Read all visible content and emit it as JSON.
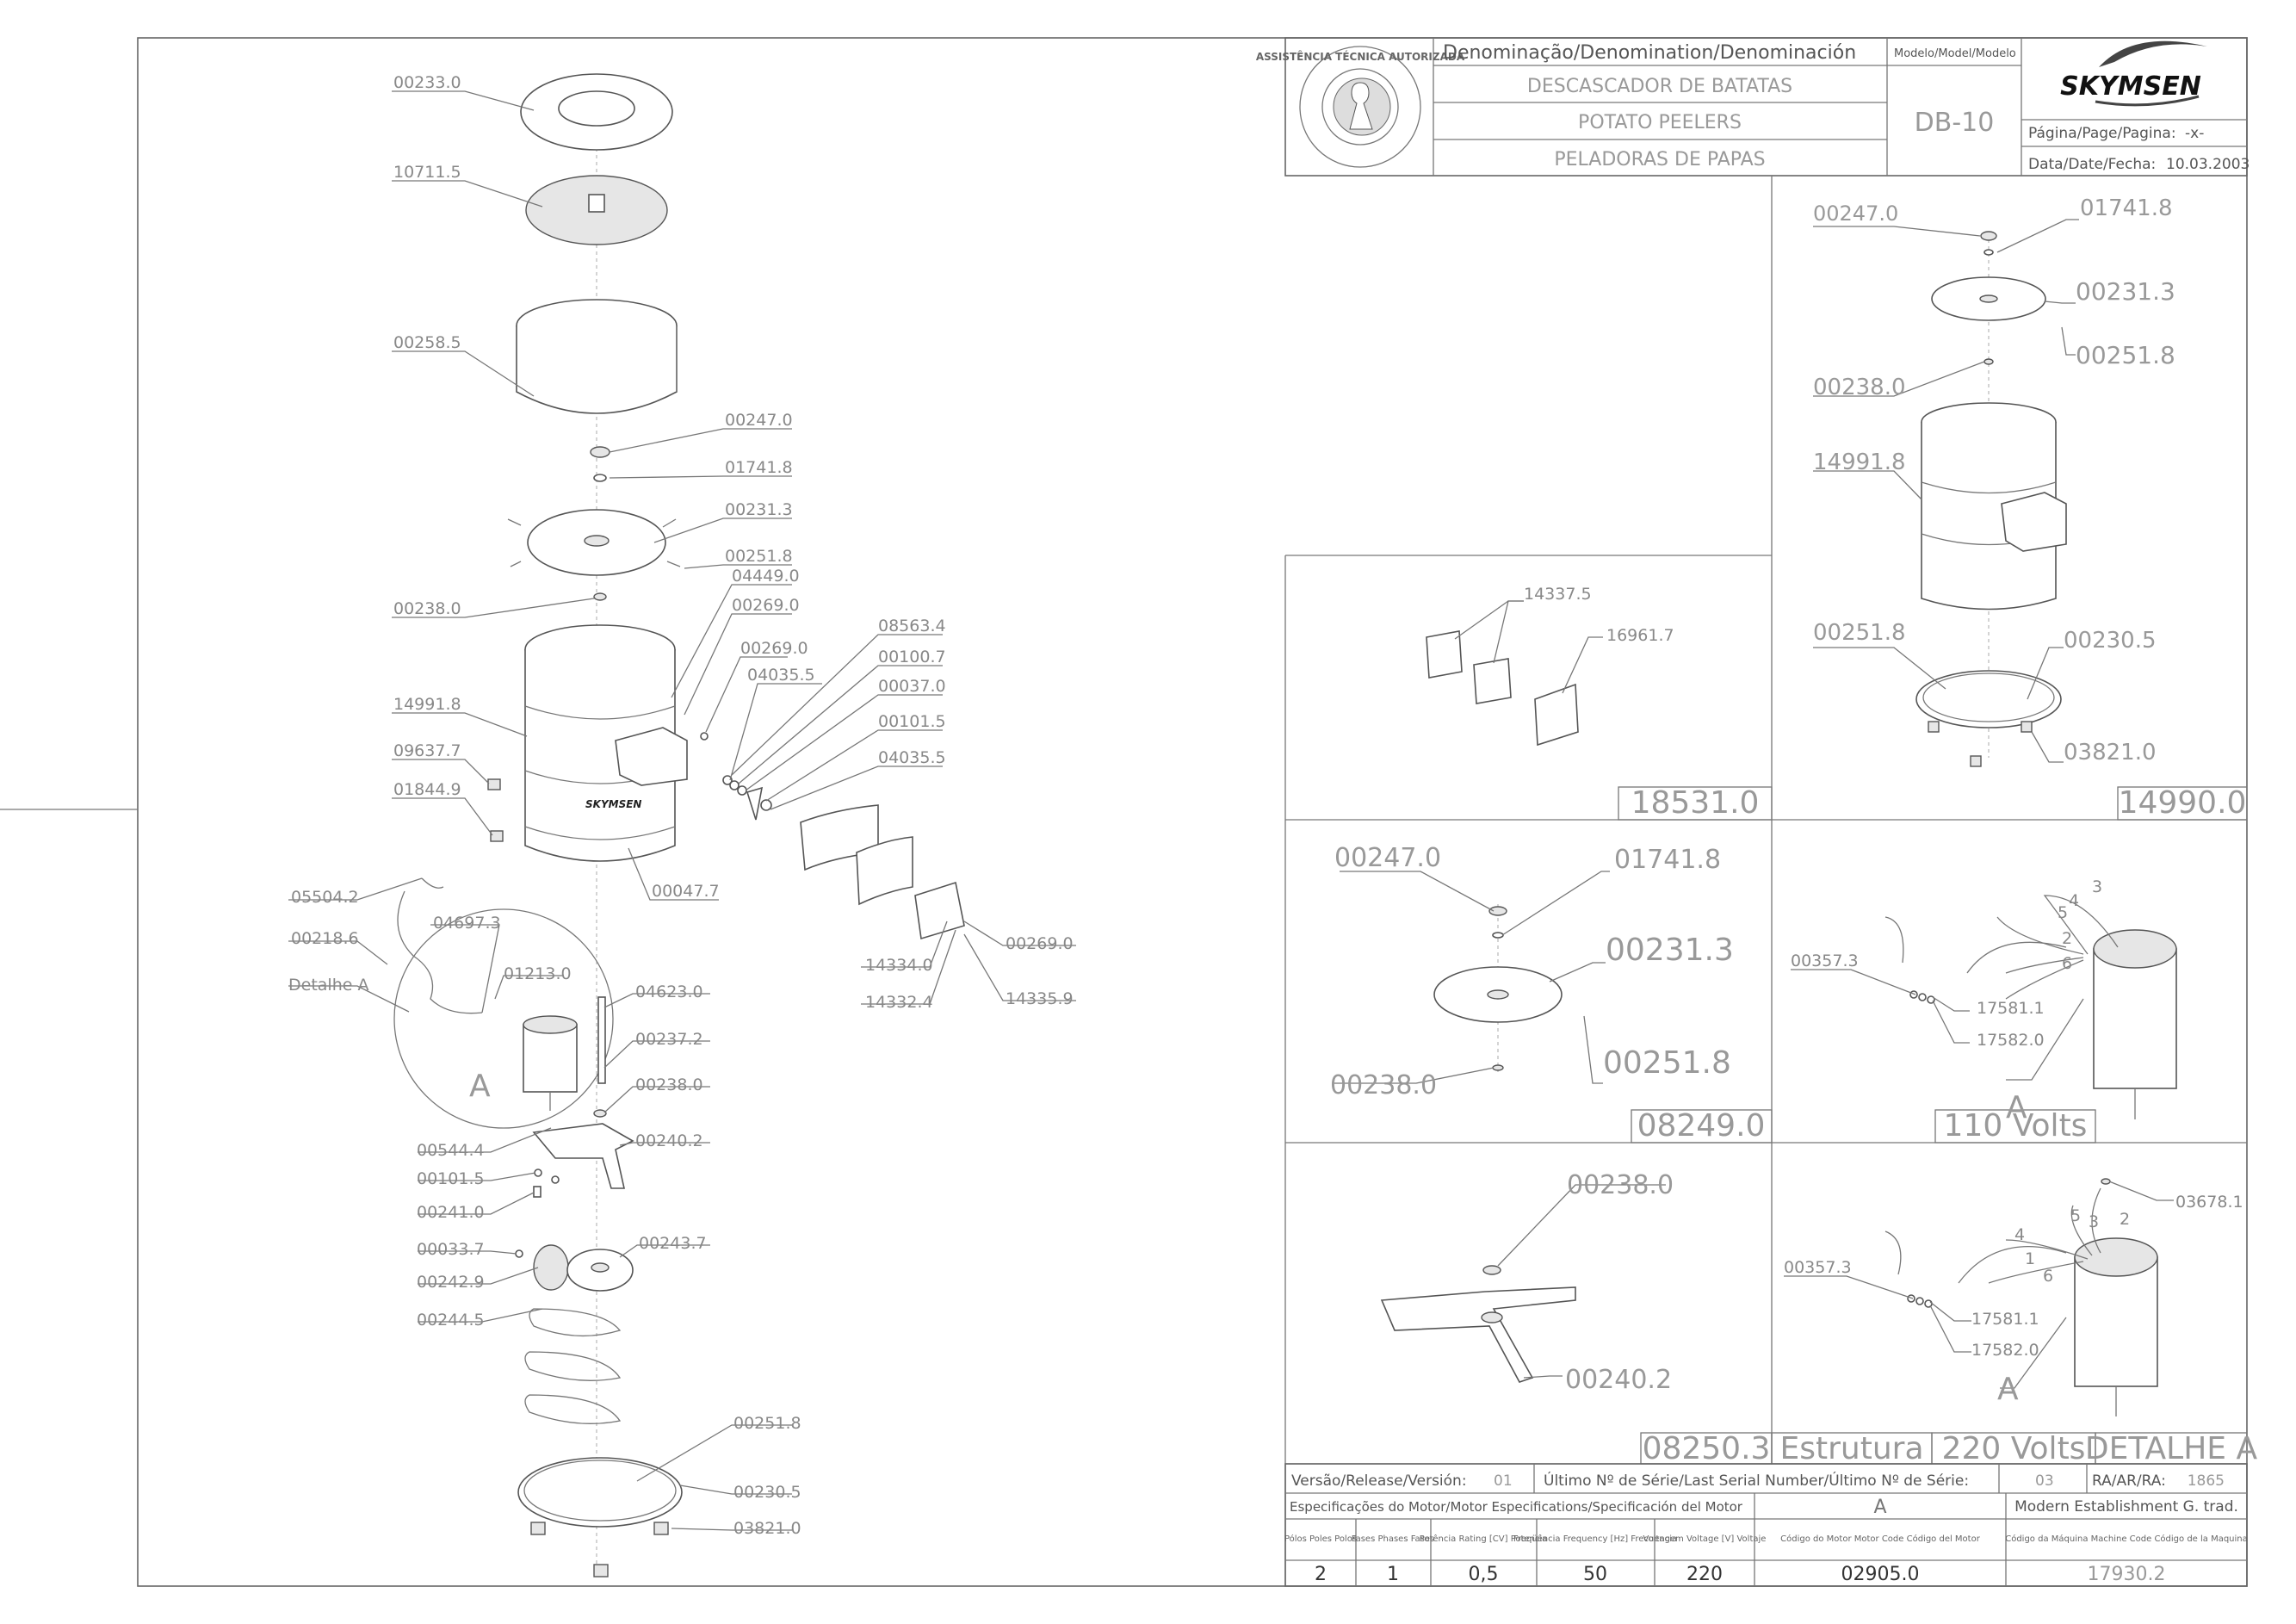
{
  "header": {
    "denomination_label": "Denominação/Denomination/Denominación",
    "model_label": "Modelo/Model/Modelo",
    "title_pt": "DESCASCADOR DE BATATAS",
    "title_en": "POTATO PEELERS",
    "title_es": "PELADORAS DE PAPAS",
    "model": "DB-10",
    "brand": "SKYMSEN",
    "page_label": "Página/Page/Pagina:",
    "page_value": "-x-",
    "date_label": "Data/Date/Fecha:",
    "date_value": "10.03.2003",
    "seal_text": "ASSISTÊNCIA TÉCNICA AUTORIZADA"
  },
  "main_parts": [
    "00233.0",
    "10711.5",
    "00258.5",
    "00247.0",
    "01741.8",
    "00231.3",
    "00251.8",
    "00238.0",
    "04449.0",
    "00269.0",
    "00269.0",
    "04035.5",
    "08563.4",
    "00100.7",
    "00037.0",
    "00101.5",
    "04035.5",
    "14991.8",
    "09637.7",
    "01844.9",
    "00047.7",
    "14334.0",
    "14332.4",
    "00269.0",
    "14335.9",
    "05504.2",
    "00218.6",
    "04697.3",
    "Detalhe A",
    "01213.0",
    "04623.0",
    "00237.2",
    "00238.0",
    "00544.4",
    "00240.2",
    "00101.5",
    "00241.0",
    "00033.7",
    "00243.7",
    "00242.9",
    "00244.5",
    "00251.8",
    "00230.5",
    "03821.0"
  ],
  "detail_A_mark": "A",
  "panels": {
    "p18531": {
      "code": "18531.0",
      "labels": [
        "14337.5",
        "16961.7"
      ]
    },
    "p14990": {
      "code": "14990.0",
      "labels": [
        "00247.0",
        "01741.8",
        "00231.3",
        "00251.8",
        "00238.0",
        "14991.8",
        "00251.8",
        "00230.5",
        "03821.0"
      ]
    },
    "p08249": {
      "code": "08249.0",
      "labels": [
        "00247.0",
        "01741.8",
        "00231.3",
        "00238.0",
        "00251.8"
      ]
    },
    "p110": {
      "code": "110 Volts",
      "labels": [
        "00357.3",
        "17581.1",
        "17582.0",
        "A"
      ],
      "wires": [
        "4",
        "3",
        "5",
        "2",
        "6"
      ]
    },
    "p08250": {
      "code": "08250.3",
      "labels": [
        "00238.0",
        "00240.2"
      ]
    },
    "p220": {
      "labels": [
        "00357.3",
        "17581.1",
        "17582.0",
        "03678.1",
        "A"
      ],
      "wires": [
        "4",
        "5",
        "3",
        "2",
        "1",
        "6"
      ]
    }
  },
  "footer_codes": {
    "estrutura": "Estrutura",
    "volts220": "220 Volts",
    "detalhe": "DETALHE A"
  },
  "footer": {
    "version_label": "Versão/Release/Versión:",
    "version_value": "01",
    "serial_label": "Último Nº de Série/Last Serial Number/Último Nº de Série:",
    "serial_value": "03",
    "ra_label": "RA/AR/RA:",
    "ra_value": "1865",
    "motor_spec_label": "Especificações do Motor/Motor Especifications/Specificación del Motor",
    "motor_letter": "A",
    "establishment": "Modern Establishment G. trad.",
    "col_poles": "Pólos Poles Polos",
    "col_phases": "Fases Phases Fases",
    "col_power": "Potência Rating [CV] Potencia",
    "col_freq": "Freqüência Frequency [Hz] Frecuencia",
    "col_volt": "Voltagem Voltage [V] Voltaje",
    "col_motor_code": "Código do Motor Motor Code Código del Motor",
    "col_machine_code": "Código da Máquina Machine Code Código de la Maquina",
    "poles": "2",
    "phases": "1",
    "power": "0,5",
    "freq": "50",
    "volt": "220",
    "motor_code": "02905.0",
    "machine_code": "17930.2"
  },
  "colors": {
    "line": "#777777",
    "text": "#888888",
    "paper": "#ffffff"
  }
}
